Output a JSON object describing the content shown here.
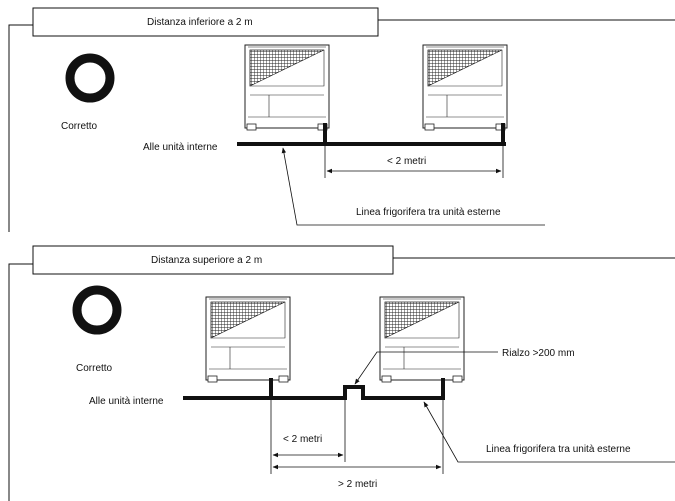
{
  "top_panel": {
    "title": "Distanza inferiore a 2 m",
    "status": "Corretto",
    "pipe_label": "Alle unità interne",
    "dimension": "< 2 metri",
    "line_label": "Linea frigorifera tra unità esterne"
  },
  "bottom_panel": {
    "title": "Distanza superiore a 2 m",
    "status": "Corretto",
    "pipe_label": "Alle unità interne",
    "riser_label": "Rialzo >200 mm",
    "dimension_short": "< 2 metri",
    "dimension_long": "> 2 metri",
    "line_label": "Linea frigorifera tra unità esterne"
  },
  "icons": [
    "outdoor-unit-icon",
    "correct-circle-icon"
  ],
  "colors": {
    "line": "#111111",
    "background": "#ffffff"
  }
}
